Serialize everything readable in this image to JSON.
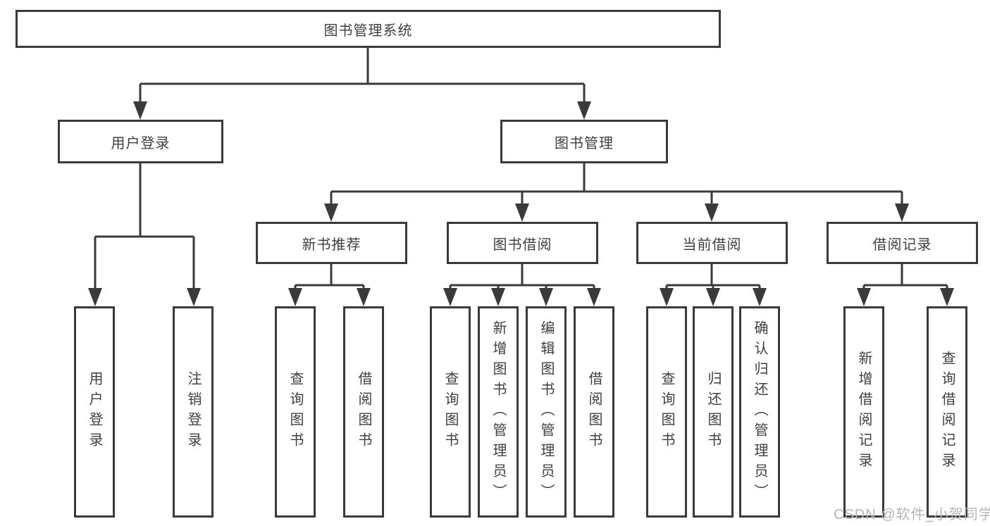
{
  "diagram": {
    "type": "tree",
    "root": {
      "label": "图书管理系统",
      "children": [
        {
          "label": "用户登录",
          "children": [
            {
              "label": "用户登录"
            },
            {
              "label": "注销登录"
            }
          ]
        },
        {
          "label": "图书管理",
          "children": [
            {
              "label": "新书推荐",
              "children": [
                {
                  "label": "查询图书"
                },
                {
                  "label": "借阅图书"
                }
              ]
            },
            {
              "label": "图书借阅",
              "children": [
                {
                  "label": "查询图书"
                },
                {
                  "label": "新增图书（管理员）"
                },
                {
                  "label": "编辑图书（管理员）"
                },
                {
                  "label": "借阅图书"
                }
              ]
            },
            {
              "label": "当前借阅",
              "children": [
                {
                  "label": "查询图书"
                },
                {
                  "label": "归还图书"
                },
                {
                  "label": "确认归还（管理员）"
                }
              ]
            },
            {
              "label": "借阅记录",
              "children": [
                {
                  "label": "新增借阅记录"
                },
                {
                  "label": "查询借阅记录"
                }
              ]
            }
          ]
        }
      ]
    }
  },
  "watermark": {
    "text": "CSDN @软件_小贺同学"
  },
  "colors": {
    "line": "#3a3a3a",
    "text": "#3f3f3f",
    "watermark": "#b5b5b5",
    "background": "#ffffff"
  }
}
